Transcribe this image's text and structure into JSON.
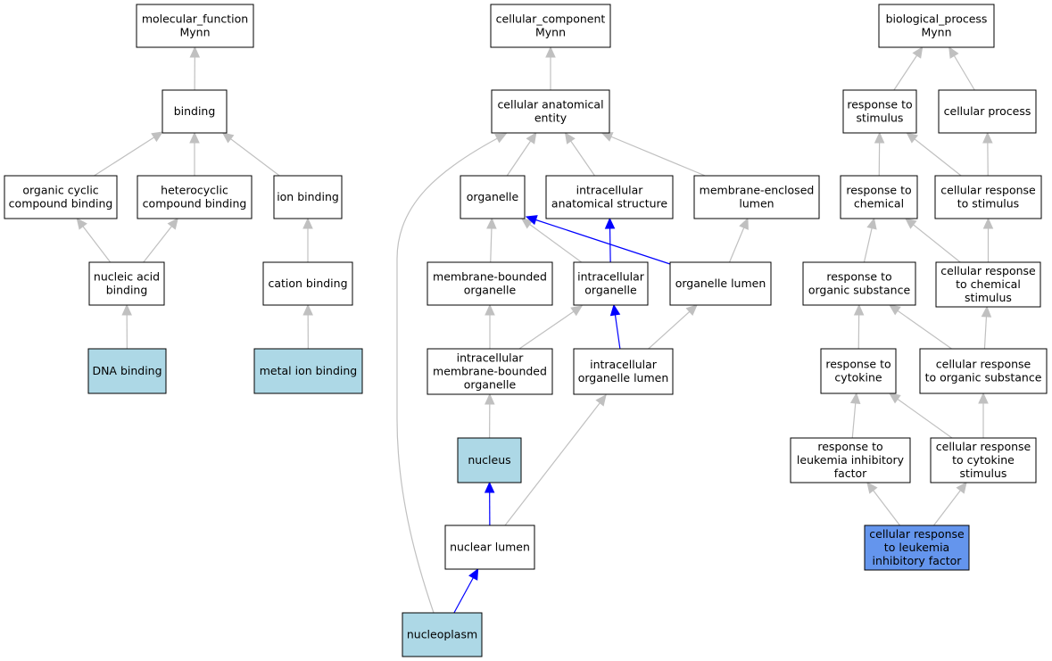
{
  "colors": {
    "default_fill": "#ffffff",
    "highlight_fill": "#add8e6",
    "query_fill": "#6495ed",
    "edge_default": "#c0c0c0",
    "edge_emphasis": "#0000ff"
  },
  "nodes": {
    "molecular_function": {
      "lines": [
        "molecular_function",
        "Mynn"
      ],
      "fill": "default"
    },
    "binding": {
      "lines": [
        "binding"
      ],
      "fill": "default"
    },
    "organic_cyclic_compound_binding": {
      "lines": [
        "organic cyclic",
        "compound binding"
      ],
      "fill": "default"
    },
    "heterocyclic_compound_binding": {
      "lines": [
        "heterocyclic",
        "compound binding"
      ],
      "fill": "default"
    },
    "ion_binding": {
      "lines": [
        "ion binding"
      ],
      "fill": "default"
    },
    "nucleic_acid_binding": {
      "lines": [
        "nucleic acid",
        "binding"
      ],
      "fill": "default"
    },
    "cation_binding": {
      "lines": [
        "cation binding"
      ],
      "fill": "default"
    },
    "dna_binding": {
      "lines": [
        "DNA binding"
      ],
      "fill": "highlight"
    },
    "metal_ion_binding": {
      "lines": [
        "metal ion binding"
      ],
      "fill": "highlight"
    },
    "cellular_component": {
      "lines": [
        "cellular_component",
        "Mynn"
      ],
      "fill": "default"
    },
    "cellular_anatomical_entity": {
      "lines": [
        "cellular anatomical",
        "entity"
      ],
      "fill": "default"
    },
    "organelle": {
      "lines": [
        "organelle"
      ],
      "fill": "default"
    },
    "intracellular_anatomical_structure": {
      "lines": [
        "intracellular",
        "anatomical structure"
      ],
      "fill": "default"
    },
    "membrane_enclosed_lumen": {
      "lines": [
        "membrane-enclosed",
        "lumen"
      ],
      "fill": "default"
    },
    "membrane_bounded_organelle": {
      "lines": [
        "membrane-bounded",
        "organelle"
      ],
      "fill": "default"
    },
    "intracellular_organelle": {
      "lines": [
        "intracellular",
        "organelle"
      ],
      "fill": "default"
    },
    "organelle_lumen": {
      "lines": [
        "organelle lumen"
      ],
      "fill": "default"
    },
    "intracellular_membrane_bounded_organelle": {
      "lines": [
        "intracellular",
        "membrane-bounded",
        "organelle"
      ],
      "fill": "default"
    },
    "intracellular_organelle_lumen": {
      "lines": [
        "intracellular",
        "organelle lumen"
      ],
      "fill": "default"
    },
    "nucleus": {
      "lines": [
        "nucleus"
      ],
      "fill": "highlight"
    },
    "nuclear_lumen": {
      "lines": [
        "nuclear lumen"
      ],
      "fill": "default"
    },
    "nucleoplasm": {
      "lines": [
        "nucleoplasm"
      ],
      "fill": "highlight"
    },
    "biological_process": {
      "lines": [
        "biological_process",
        "Mynn"
      ],
      "fill": "default"
    },
    "response_to_stimulus": {
      "lines": [
        "response to",
        "stimulus"
      ],
      "fill": "default"
    },
    "cellular_process": {
      "lines": [
        "cellular process"
      ],
      "fill": "default"
    },
    "response_to_chemical": {
      "lines": [
        "response to",
        "chemical"
      ],
      "fill": "default"
    },
    "cellular_response_to_stimulus": {
      "lines": [
        "cellular response",
        "to stimulus"
      ],
      "fill": "default"
    },
    "response_to_organic_substance": {
      "lines": [
        "response to",
        "organic substance"
      ],
      "fill": "default"
    },
    "cellular_response_to_chemical_stimulus": {
      "lines": [
        "cellular response",
        "to chemical",
        "stimulus"
      ],
      "fill": "default"
    },
    "response_to_cytokine": {
      "lines": [
        "response to",
        "cytokine"
      ],
      "fill": "default"
    },
    "cellular_response_to_organic_substance": {
      "lines": [
        "cellular response",
        "to organic substance"
      ],
      "fill": "default"
    },
    "response_to_leukemia_inhibitory_factor": {
      "lines": [
        "response to",
        "leukemia inhibitory",
        "factor"
      ],
      "fill": "default"
    },
    "cellular_response_to_cytokine_stimulus": {
      "lines": [
        "cellular response",
        "to cytokine",
        "stimulus"
      ],
      "fill": "default"
    },
    "cellular_response_to_leukemia_inhibitory_factor": {
      "lines": [
        "cellular response",
        "to leukemia",
        "inhibitory factor"
      ],
      "fill": "query"
    }
  },
  "edges": [
    {
      "from": "binding",
      "to": "molecular_function",
      "style": "default"
    },
    {
      "from": "organic_cyclic_compound_binding",
      "to": "binding",
      "style": "default"
    },
    {
      "from": "heterocyclic_compound_binding",
      "to": "binding",
      "style": "default"
    },
    {
      "from": "ion_binding",
      "to": "binding",
      "style": "default"
    },
    {
      "from": "nucleic_acid_binding",
      "to": "organic_cyclic_compound_binding",
      "style": "default"
    },
    {
      "from": "nucleic_acid_binding",
      "to": "heterocyclic_compound_binding",
      "style": "default"
    },
    {
      "from": "cation_binding",
      "to": "ion_binding",
      "style": "default"
    },
    {
      "from": "dna_binding",
      "to": "nucleic_acid_binding",
      "style": "default"
    },
    {
      "from": "metal_ion_binding",
      "to": "cation_binding",
      "style": "default"
    },
    {
      "from": "cellular_anatomical_entity",
      "to": "cellular_component",
      "style": "default"
    },
    {
      "from": "organelle",
      "to": "cellular_anatomical_entity",
      "style": "default"
    },
    {
      "from": "intracellular_anatomical_structure",
      "to": "cellular_anatomical_entity",
      "style": "default"
    },
    {
      "from": "membrane_enclosed_lumen",
      "to": "cellular_anatomical_entity",
      "style": "default"
    },
    {
      "from": "nucleoplasm",
      "to": "cellular_anatomical_entity",
      "style": "default"
    },
    {
      "from": "membrane_bounded_organelle",
      "to": "organelle",
      "style": "default"
    },
    {
      "from": "intracellular_organelle",
      "to": "organelle",
      "style": "default"
    },
    {
      "from": "intracellular_organelle",
      "to": "intracellular_anatomical_structure",
      "style": "emphasis"
    },
    {
      "from": "organelle_lumen",
      "to": "organelle",
      "style": "emphasis"
    },
    {
      "from": "organelle_lumen",
      "to": "membrane_enclosed_lumen",
      "style": "default"
    },
    {
      "from": "intracellular_membrane_bounded_organelle",
      "to": "membrane_bounded_organelle",
      "style": "default"
    },
    {
      "from": "intracellular_membrane_bounded_organelle",
      "to": "intracellular_organelle",
      "style": "default"
    },
    {
      "from": "intracellular_organelle_lumen",
      "to": "intracellular_organelle",
      "style": "emphasis"
    },
    {
      "from": "intracellular_organelle_lumen",
      "to": "organelle_lumen",
      "style": "default"
    },
    {
      "from": "nucleus",
      "to": "intracellular_membrane_bounded_organelle",
      "style": "default"
    },
    {
      "from": "nuclear_lumen",
      "to": "nucleus",
      "style": "emphasis"
    },
    {
      "from": "nuclear_lumen",
      "to": "intracellular_organelle_lumen",
      "style": "default"
    },
    {
      "from": "nucleoplasm",
      "to": "nuclear_lumen",
      "style": "emphasis"
    },
    {
      "from": "response_to_stimulus",
      "to": "biological_process",
      "style": "default"
    },
    {
      "from": "cellular_process",
      "to": "biological_process",
      "style": "default"
    },
    {
      "from": "response_to_chemical",
      "to": "response_to_stimulus",
      "style": "default"
    },
    {
      "from": "cellular_response_to_stimulus",
      "to": "response_to_stimulus",
      "style": "default"
    },
    {
      "from": "cellular_response_to_stimulus",
      "to": "cellular_process",
      "style": "default"
    },
    {
      "from": "response_to_organic_substance",
      "to": "response_to_chemical",
      "style": "default"
    },
    {
      "from": "cellular_response_to_chemical_stimulus",
      "to": "response_to_chemical",
      "style": "default"
    },
    {
      "from": "cellular_response_to_chemical_stimulus",
      "to": "cellular_response_to_stimulus",
      "style": "default"
    },
    {
      "from": "response_to_cytokine",
      "to": "response_to_organic_substance",
      "style": "default"
    },
    {
      "from": "cellular_response_to_organic_substance",
      "to": "response_to_organic_substance",
      "style": "default"
    },
    {
      "from": "cellular_response_to_organic_substance",
      "to": "cellular_response_to_chemical_stimulus",
      "style": "default"
    },
    {
      "from": "response_to_leukemia_inhibitory_factor",
      "to": "response_to_cytokine",
      "style": "default"
    },
    {
      "from": "cellular_response_to_cytokine_stimulus",
      "to": "response_to_cytokine",
      "style": "default"
    },
    {
      "from": "cellular_response_to_cytokine_stimulus",
      "to": "cellular_response_to_organic_substance",
      "style": "default"
    },
    {
      "from": "cellular_response_to_leukemia_inhibitory_factor",
      "to": "response_to_leukemia_inhibitory_factor",
      "style": "default"
    },
    {
      "from": "cellular_response_to_leukemia_inhibitory_factor",
      "to": "cellular_response_to_cytokine_stimulus",
      "style": "default"
    }
  ]
}
